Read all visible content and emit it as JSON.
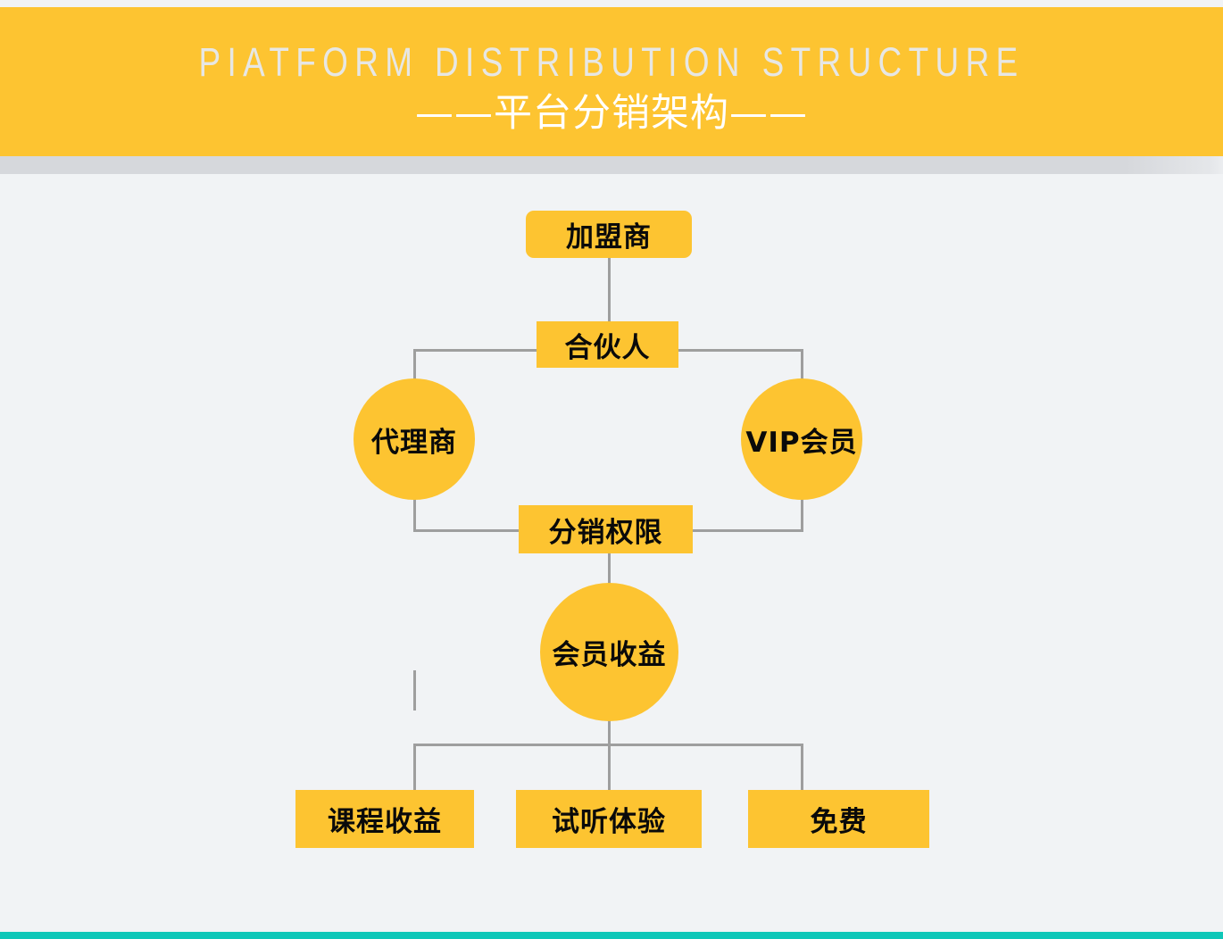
{
  "header": {
    "title_en": "PIATFORM DISTRIBUTION STRUCTURE",
    "title_cn": "——平台分销架构——",
    "background_color": "#fdc431",
    "title_color": "#e7e7e4",
    "subtitle_color": "#ffffff"
  },
  "theme": {
    "page_background": "#f1f3f5",
    "node_fill": "#fdc431",
    "node_text": "#0a0a0a",
    "connector_color": "#9e9e9e",
    "separator_color": "#d6d8dc",
    "accent_bottom": "#0fc7b8"
  },
  "diagram": {
    "type": "org-chart",
    "nodes": [
      {
        "id": "franchisee",
        "label": "加盟商",
        "shape": "rounded-rect",
        "level": 1
      },
      {
        "id": "partner",
        "label": "合伙人",
        "shape": "rect",
        "level": 2
      },
      {
        "id": "agent",
        "label": "代理商",
        "shape": "circle",
        "level": 3
      },
      {
        "id": "vip-member",
        "label": "VIP会员",
        "shape": "circle",
        "level": 3
      },
      {
        "id": "dist-rights",
        "label": "分销权限",
        "shape": "rect",
        "level": 4
      },
      {
        "id": "member-earnings",
        "label": "会员收益",
        "shape": "circle",
        "level": 5
      },
      {
        "id": "course-earnings",
        "label": "课程收益",
        "shape": "rect",
        "level": 6
      },
      {
        "id": "trial-experience",
        "label": "试听体验",
        "shape": "rect",
        "level": 6
      },
      {
        "id": "free",
        "label": "免费",
        "shape": "rect",
        "level": 6
      }
    ],
    "edges": [
      {
        "from": "franchisee",
        "to": "partner"
      },
      {
        "from": "partner",
        "to": "agent"
      },
      {
        "from": "partner",
        "to": "vip-member"
      },
      {
        "from": "agent",
        "to": "dist-rights"
      },
      {
        "from": "vip-member",
        "to": "dist-rights"
      },
      {
        "from": "dist-rights",
        "to": "member-earnings"
      },
      {
        "from": "member-earnings",
        "to": "course-earnings"
      },
      {
        "from": "member-earnings",
        "to": "trial-experience"
      },
      {
        "from": "member-earnings",
        "to": "free"
      }
    ]
  }
}
